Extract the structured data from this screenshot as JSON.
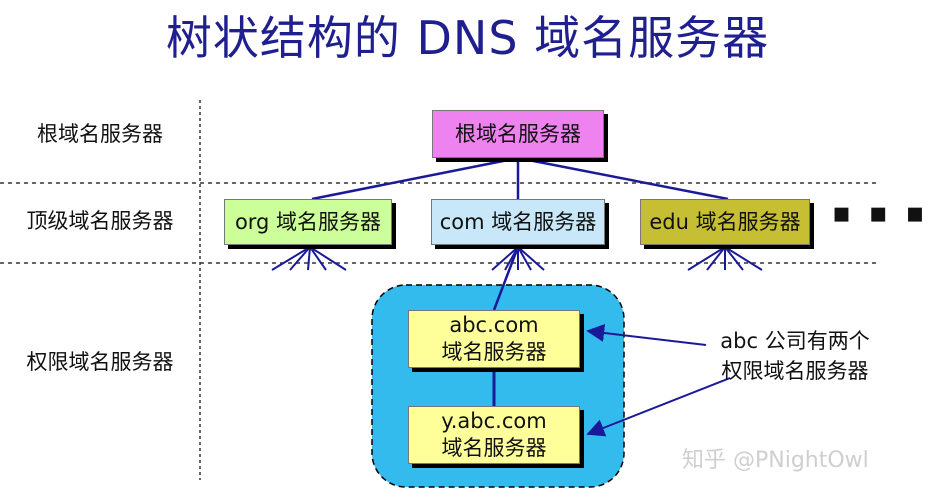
{
  "title": "树状结构的 DNS 域名服务器",
  "levels": {
    "root": "根域名服务器",
    "top_level": "顶级域名服务器",
    "authoritative": "权限域名服务器"
  },
  "nodes": {
    "root": "根域名服务器",
    "org": "org 域名服务器",
    "com": "com 域名服务器",
    "edu": "edu 域名服务器",
    "abc_line1": "abc.com",
    "abc_line2": "域名服务器",
    "yabc_line1": "y.abc.com",
    "yabc_line2": "域名服务器"
  },
  "ellipsis": "▪ ▪ ▪",
  "annotation": {
    "line1": "abc 公司有两个",
    "line2": "权限域名服务器"
  },
  "watermark": "知乎 @PNightOwl",
  "colors": {
    "title": "#1f1f8f",
    "root_fill": "#ee82ee",
    "org_fill": "#ccff99",
    "com_fill": "#c8e7f8",
    "edu_fill": "#c6bf33",
    "authoritative_fill": "#ffff99",
    "zone_fill": "#33bbee",
    "line": "#1a1a99"
  }
}
